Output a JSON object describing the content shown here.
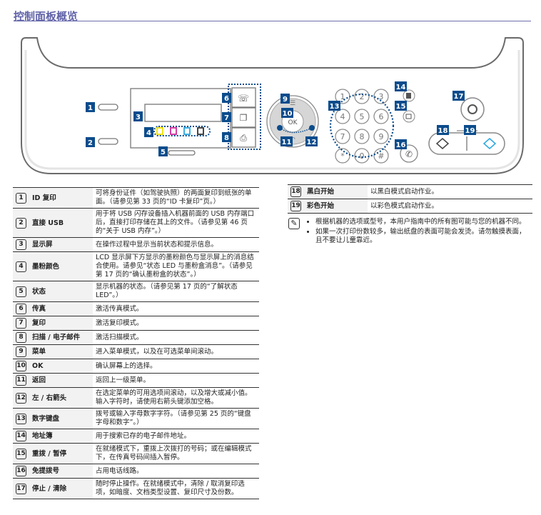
{
  "title": "控制面板概览",
  "diagram": {
    "callouts": [
      "1",
      "2",
      "3",
      "4",
      "5",
      "6",
      "7",
      "8",
      "9",
      "10",
      "11",
      "12",
      "13",
      "14",
      "15",
      "16",
      "17",
      "18",
      "19"
    ],
    "ok_label": "OK",
    "keypad": [
      "1",
      "2",
      "3",
      "4",
      "5",
      "6",
      "7",
      "8",
      "9",
      "*",
      "0",
      "#"
    ],
    "toner_colors": [
      "#f2e200",
      "#d12a9a",
      "#2aa7e0",
      "#333333"
    ],
    "accent": "#0b4c8c"
  },
  "left_table": [
    {
      "num": "1",
      "label": "ID 复印",
      "desc": "可将身份证件（如驾驶执照）的两面复印到纸张的单面。（请参见第 33 页的“ID 卡复印”页。）"
    },
    {
      "num": "2",
      "label": "直接 USB",
      "desc": "用于将 USB 闪存设备插入机器前面的 USB 内存端口后，直接打印存储在其上的文件。（请参见第 46 页的“关于 USB 内存”。）"
    },
    {
      "num": "3",
      "label": "显示屏",
      "desc": "在操作过程中显示当前状态和提示信息。"
    },
    {
      "num": "4",
      "label": "墨粉颜色",
      "desc": "LCD 显示屏下方显示的墨粉颜色与显示屏上的消息结合使用。请参见“状态 LED 与墨粉盒消息”。（请参见第 17 页的“确认墨粉盒的状态”。）"
    },
    {
      "num": "5",
      "label": "状态",
      "desc": "显示机器的状态。（请参见第 17 页的“了解状态 LED”。）"
    },
    {
      "num": "6",
      "label": "传真",
      "desc": "激活传真模式。"
    },
    {
      "num": "7",
      "label": "复印",
      "desc": "激活复印模式。"
    },
    {
      "num": "8",
      "label": "扫描 / 电子邮件",
      "desc": "激活扫描模式。"
    },
    {
      "num": "9",
      "label": "菜单",
      "desc": "进入菜单模式，以及在可选菜单间滚动。"
    },
    {
      "num": "10",
      "label": "OK",
      "desc": "确认屏幕上的选择。"
    },
    {
      "num": "11",
      "label": "返回",
      "desc": "返回上一级菜单。"
    },
    {
      "num": "12",
      "label": "左 / 右箭头",
      "desc": "在选定菜单的可用选项间滚动，以及增大或减小值。输入字符时，请使用右箭头键添加空格。"
    },
    {
      "num": "13",
      "label": "数字键盘",
      "desc": "拨号或输入字母数字字符。（请参见第 25 页的“键盘字母和数字”。）"
    },
    {
      "num": "14",
      "label": "地址簿",
      "desc": "用于搜索已存的电子邮件地址。"
    },
    {
      "num": "15",
      "label": "重拨 / 暂停",
      "desc": "在就绪模式下，重拨上次拨打的号码；或在编辑模式下，在传真号码间插入暂停。"
    },
    {
      "num": "16",
      "label": "免提拨号",
      "desc": "占用电话线路。"
    },
    {
      "num": "17",
      "label": "停止 / 清除",
      "desc": "随时停止操作。在就绪模式中，清除 / 取消复印选项，如暗度、文档类型设置、复印尺寸及份数。"
    }
  ],
  "right_table": [
    {
      "num": "18",
      "label": "黑白开始",
      "desc": "以黑白模式启动作业。"
    },
    {
      "num": "19",
      "label": "彩色开始",
      "desc": "以彩色模式启动作业。"
    }
  ],
  "notes": [
    "根据机器的选项或型号，本用户指南中的所有图可能与您的机器不同。",
    "如果一次打印份数较多，输出纸盘的表面可能会发烫。请勿触摸表面，且不要让儿童靠近。"
  ]
}
